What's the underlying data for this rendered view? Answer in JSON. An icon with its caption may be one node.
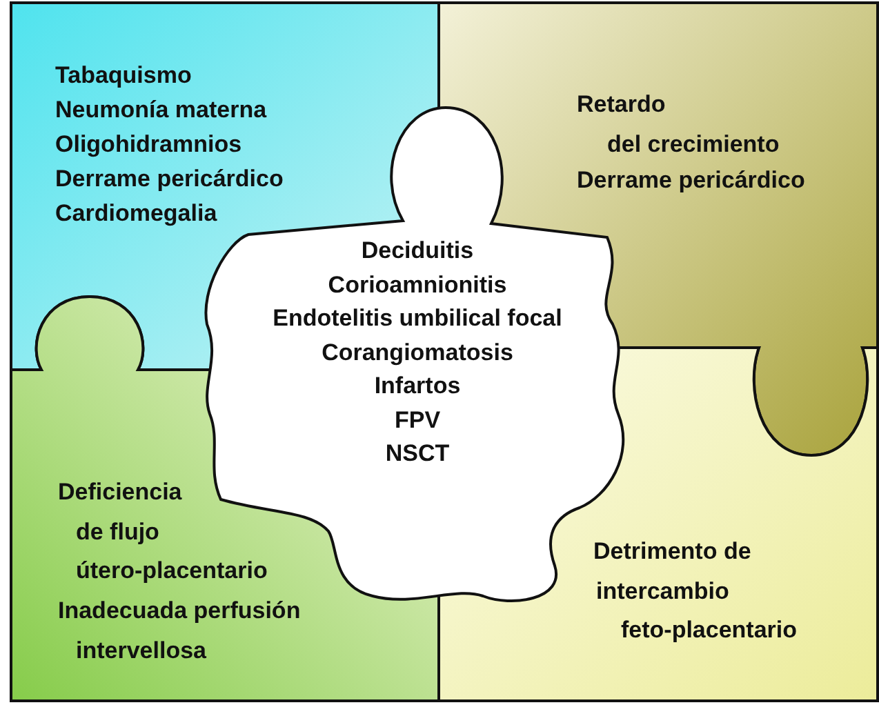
{
  "diagram": {
    "nodes": [
      {
        "text": [
          "Tabaquismo",
          "Neumonía materna",
          "Oligohidramnios",
          "Derrame pericárdico",
          "Cardiomegalia"
        ]
      },
      {
        "text": [
          "Retardo del crecimiento",
          "Derrame pericárdico"
        ]
      },
      {
        "text": [
          "Deciduitis",
          "Corioamnionitis",
          "Endotelitis umbilical focal",
          "Corangiomatosis",
          "Infartos",
          "FPV",
          "NSCT"
        ]
      },
      {
        "text": [
          "Deficiencia de flujo útero-placentario",
          "Inadecuada perfusión intervellosa"
        ]
      },
      {
        "text": [
          "Detrimento de intercambio feto-placentario"
        ]
      }
    ]
  }
}
